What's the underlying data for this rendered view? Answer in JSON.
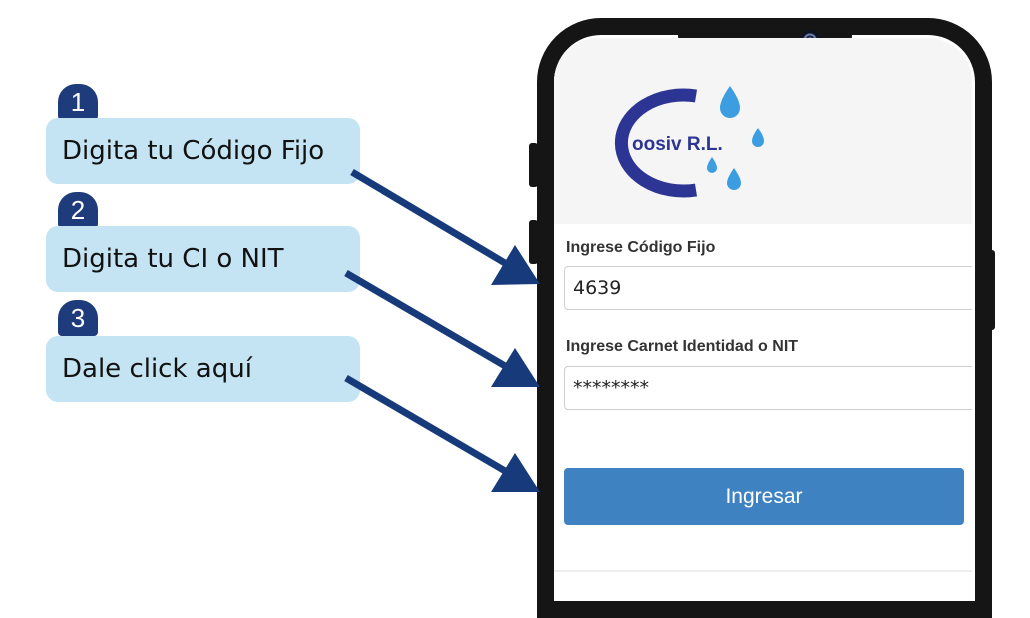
{
  "steps": [
    {
      "number": "1",
      "text": "Digita tu Código Fijo"
    },
    {
      "number": "2",
      "text": "Digita tu CI o NIT"
    },
    {
      "number": "3",
      "text": "Dale click aquí"
    }
  ],
  "app": {
    "logo_text": "oosiv R.L.",
    "code_label": "Ingrese Código Fijo",
    "code_value": "4639",
    "id_label": "Ingrese Carnet Identidad o NIT",
    "id_value": "********",
    "submit_label": "Ingresar"
  },
  "colors": {
    "badge": "#1e3b7c",
    "bubble": "#c4e3f3",
    "arrow": "#173a7a",
    "phone_frame": "#151515",
    "screen_top": "#f5f5f5",
    "logo_ring": "#2d3594",
    "water_drop": "#3c9ee0",
    "button": "#3f82c2"
  }
}
